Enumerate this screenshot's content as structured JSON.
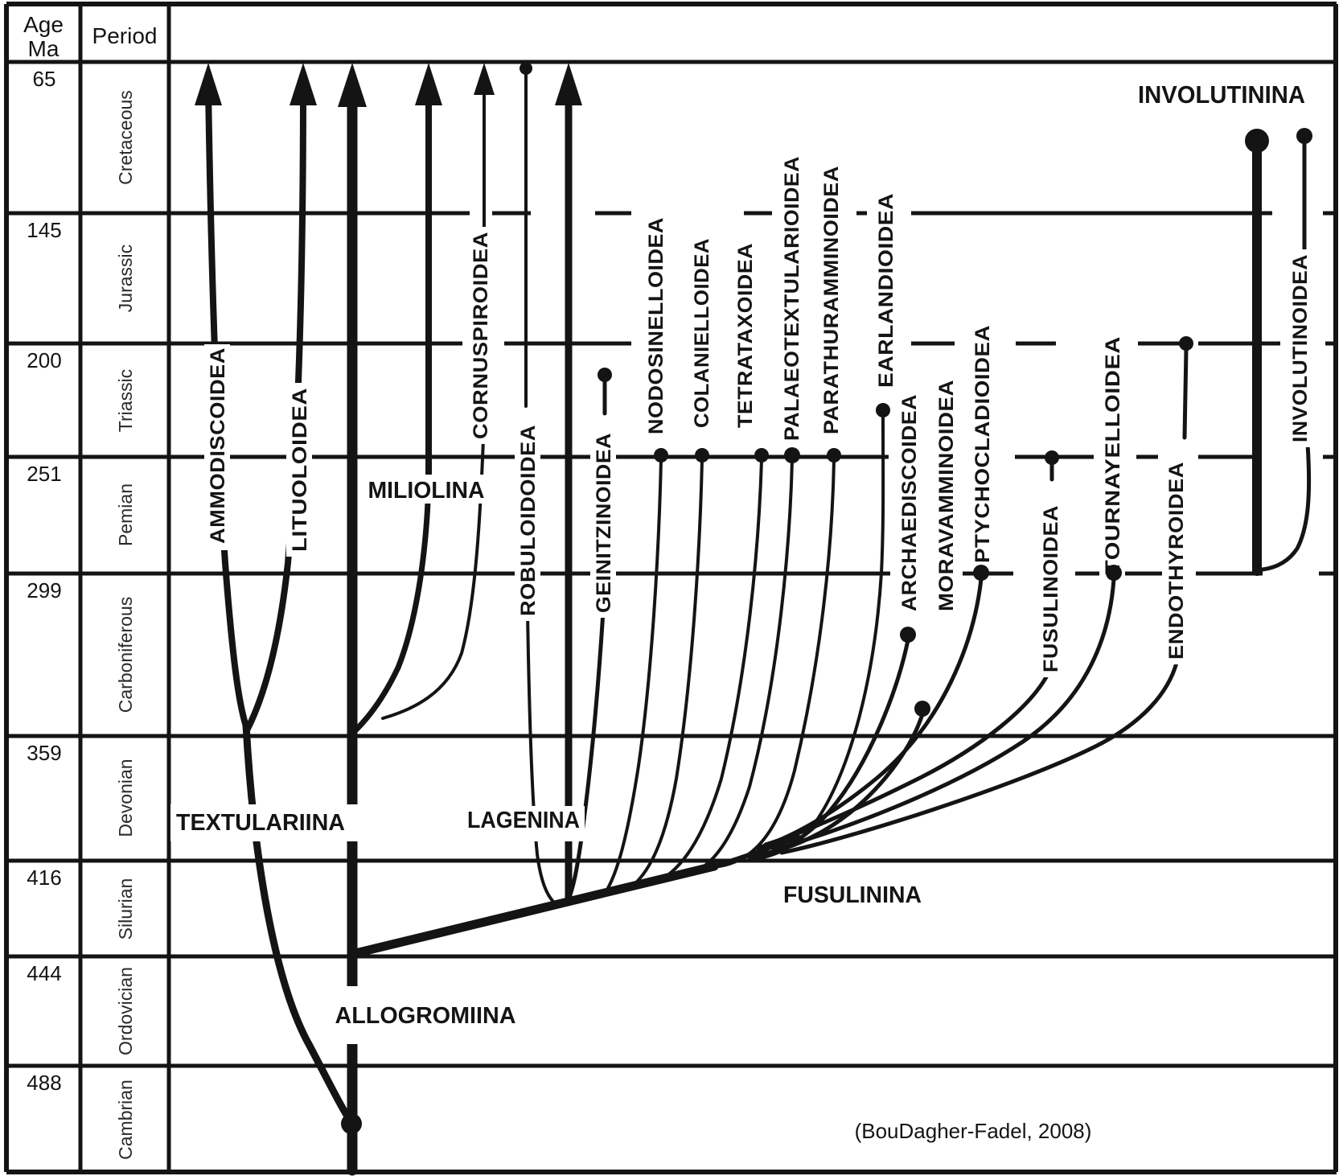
{
  "table": {
    "age_header_line1": "Age",
    "age_header_line2": "Ma",
    "period_header": "Period"
  },
  "timescale": [
    {
      "age": "65",
      "period": "Cretaceous"
    },
    {
      "age": "145",
      "period": "Jurassic"
    },
    {
      "age": "200",
      "period": "Triassic"
    },
    {
      "age": "251",
      "period": "Pemian"
    },
    {
      "age": "299",
      "period": "Carboniferous"
    },
    {
      "age": "359",
      "period": "Devonian"
    },
    {
      "age": "416",
      "period": "Silurian"
    },
    {
      "age": "444",
      "period": "Ordovician"
    },
    {
      "age": "488",
      "period": "Cambrian"
    }
  ],
  "suborders": [
    {
      "name": "ALLOGROMIINA"
    },
    {
      "name": "TEXTULARIINA"
    },
    {
      "name": "FUSULININA"
    },
    {
      "name": "LAGENINA"
    },
    {
      "name": "MILIOLINA"
    },
    {
      "name": "INVOLUTININA"
    }
  ],
  "superfamilies": [
    {
      "name": "AMMODISCOIDEA"
    },
    {
      "name": "LITUOLOIDEA"
    },
    {
      "name": "CORNUSPIROIDEA"
    },
    {
      "name": "ROBULOIDOIDEA"
    },
    {
      "name": "GEINITZINOIDEA"
    },
    {
      "name": "NODOSINELLOIDEA"
    },
    {
      "name": "COLANIELLOIDEA"
    },
    {
      "name": "TETRATAXOIDEA"
    },
    {
      "name": "PALAEOTEXTULARIOIDEA"
    },
    {
      "name": "PARATHURAMMINOIDEA"
    },
    {
      "name": "EARLANDIOIDEA"
    },
    {
      "name": "ARCHAEDISCOIDEA"
    },
    {
      "name": "MORAVAMMINOIDEA"
    },
    {
      "name": "PTYCHOCLADIOIDEA"
    },
    {
      "name": "FUSULINOIDEA"
    },
    {
      "name": "TOURNAYELLOIDEA"
    },
    {
      "name": "ENDOTHYROIDEA"
    },
    {
      "name": "INVOLUTINOIDEA"
    }
  ],
  "citation": "(BouDagher-Fadel, 2008)",
  "colors": {
    "ink": "#141414",
    "background": "#ffffff"
  }
}
